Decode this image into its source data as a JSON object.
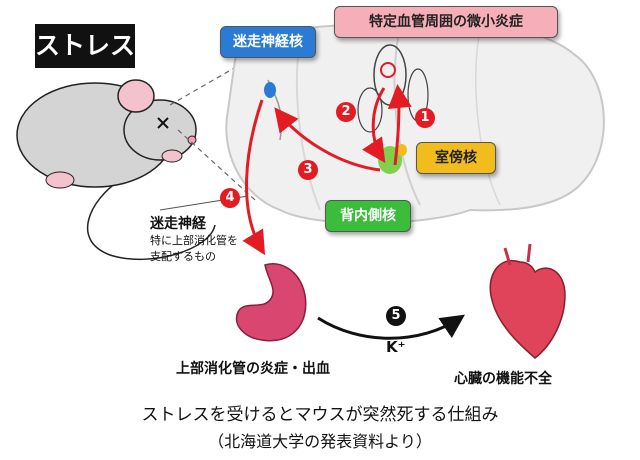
{
  "labels": {
    "stress": "ストレス",
    "vagal_nucleus": "迷走神経核",
    "microinflammation": "特定血管周囲の微小炎症",
    "pvn": "室傍核",
    "dmh": "背内側核",
    "vagus_title": "迷走神経",
    "vagus_sub": "特に上部消化管を\n支配するもの",
    "stomach": "上部消化管の炎症・出血",
    "heart": "心臓の機能不全",
    "potassium": "K⁺"
  },
  "steps": [
    "1",
    "2",
    "3",
    "4",
    "5"
  ],
  "caption": "ストレスを受けるとマウスが突然死する仕組み",
  "source": "（北海道大学の発表資料より）",
  "colors": {
    "arrow_red": "#e31b23",
    "vagal_box": "#2a7bd6",
    "micro_box": "#f6aeb8",
    "pvn_box": "#f2bc1d",
    "dmh_box": "#3bbd3b",
    "mouse_body": "#d4d4d4",
    "stomach": "#d9466f",
    "heart": "#e0445a"
  }
}
